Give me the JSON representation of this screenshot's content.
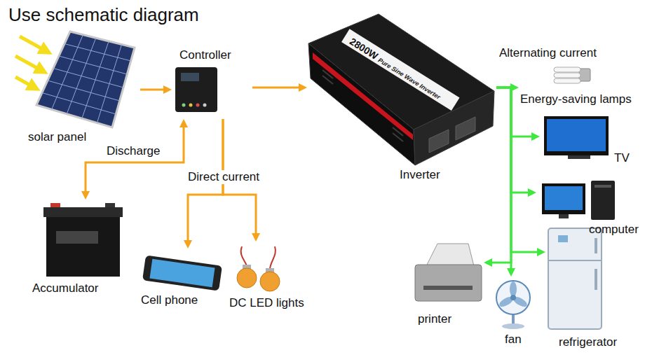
{
  "diagram": {
    "title": "Use schematic diagram",
    "nodes": [
      {
        "text": [
          "solar panel"
        ]
      },
      {
        "text": [
          "Controller"
        ]
      },
      {
        "text": [
          "Inverter"
        ]
      },
      {
        "text": [
          "Energy-saving lamps"
        ]
      },
      {
        "text": [
          "TV"
        ]
      },
      {
        "text": [
          "computer"
        ]
      },
      {
        "text": [
          "Accumulator"
        ]
      },
      {
        "text": [
          "Cell phone"
        ]
      },
      {
        "text": [
          "DC LED lights"
        ]
      },
      {
        "text": [
          "printer"
        ]
      },
      {
        "text": [
          "fan"
        ]
      },
      {
        "text": [
          "refrigerator"
        ]
      }
    ],
    "edges": [
      {
        "from": 0,
        "to": 1,
        "arrow": "to"
      },
      {
        "from": 1,
        "to": 2,
        "arrow": "to"
      },
      {
        "from": 1,
        "to": 6,
        "label": "Discharge",
        "arrow": "both"
      },
      {
        "from": 1,
        "to": 7,
        "label": "Direct current",
        "arrow": "to"
      },
      {
        "from": 1,
        "to": 8,
        "arrow": "to"
      },
      {
        "from": 2,
        "to": 3,
        "label": "Alternating current",
        "arrow": "to"
      },
      {
        "from": 2,
        "to": 4,
        "arrow": "to"
      },
      {
        "from": 2,
        "to": 5,
        "arrow": "to"
      },
      {
        "from": 2,
        "to": 11,
        "arrow": "to"
      },
      {
        "from": 2,
        "to": 9,
        "arrow": "to"
      },
      {
        "from": 2,
        "to": 10,
        "arrow": "to"
      }
    ],
    "labels": [
      "2800W",
      "Pure Sine Wave Inverter"
    ]
  }
}
